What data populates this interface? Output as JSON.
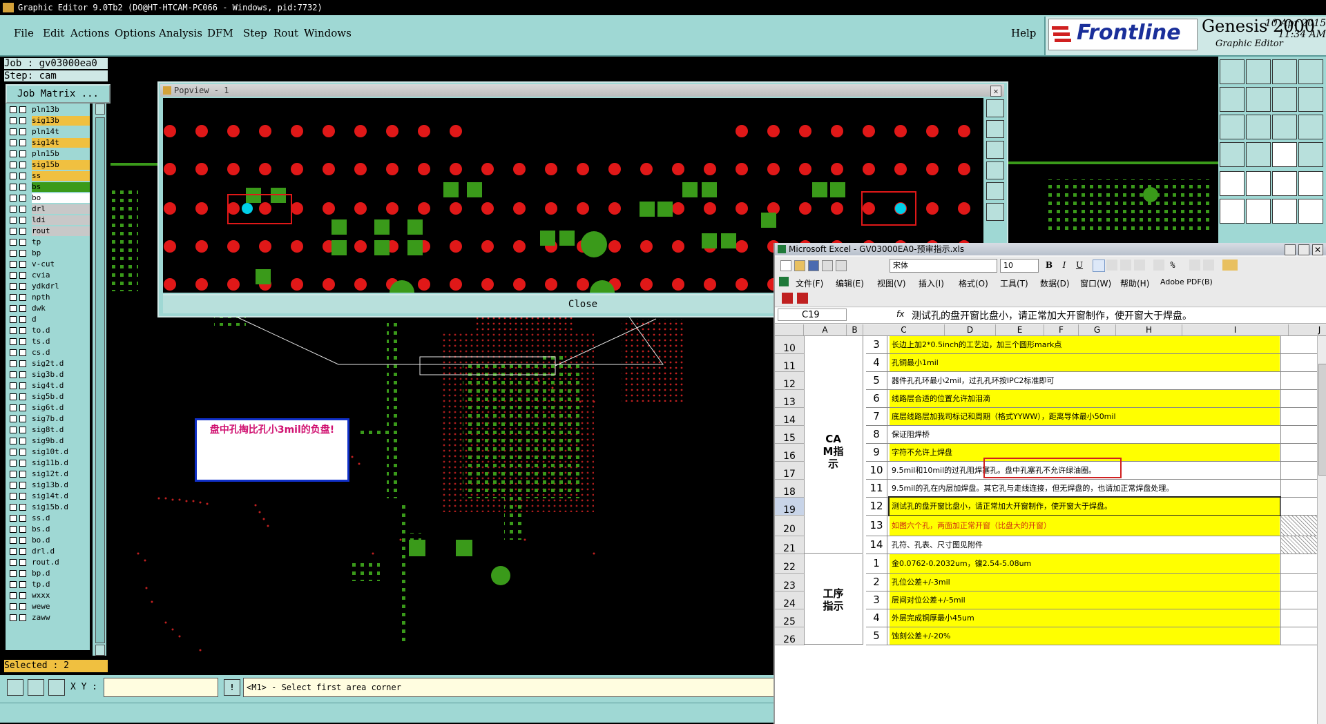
{
  "window": {
    "title": "Graphic Editor 9.0Tb2 (DO@HT-HTCAM-PC066 - Windows, pid:7732)"
  },
  "menu": {
    "items": [
      "File",
      "Edit",
      "Actions",
      "Options",
      "Analysis",
      "DFM",
      "Step",
      "Rout",
      "Windows"
    ],
    "help": "Help"
  },
  "brand": {
    "logo": "Frontline",
    "product": "Genesis 2000",
    "subtitle": "Graphic Editor",
    "date": "10 Apr 2015",
    "time": "11:34 AM"
  },
  "left": {
    "job": "Job : gv03000ea0",
    "step": "Step: cam",
    "job_matrix": "Job Matrix ...",
    "selected": "Selected : 2",
    "layers": [
      {
        "name": "pln13b",
        "color": "#9fd8d4"
      },
      {
        "name": "sig13b",
        "color": "#f0c040"
      },
      {
        "name": "pln14t",
        "color": "#9fd8d4"
      },
      {
        "name": "sig14t",
        "color": "#f0c040"
      },
      {
        "name": "pln15b",
        "color": "#9fd8d4"
      },
      {
        "name": "sig15b",
        "color": "#f0c040"
      },
      {
        "name": "ss",
        "color": "#f0c040"
      },
      {
        "name": "bs",
        "color": "#3a9a1a"
      },
      {
        "name": "bo",
        "color": "#ffffff"
      },
      {
        "name": "drl",
        "color": "#c8c8c8"
      },
      {
        "name": "ldi",
        "color": "#c8c8c8"
      },
      {
        "name": "rout",
        "color": "#c8c8c8"
      },
      {
        "name": "tp",
        "color": "#9fd8d4"
      },
      {
        "name": "bp",
        "color": "#9fd8d4"
      },
      {
        "name": "v-cut",
        "color": "#9fd8d4"
      },
      {
        "name": "cvia",
        "color": "#9fd8d4"
      },
      {
        "name": "ydkdrl",
        "color": "#9fd8d4"
      },
      {
        "name": "npth",
        "color": "#9fd8d4"
      },
      {
        "name": "dwk",
        "color": "#9fd8d4"
      },
      {
        "name": "d",
        "color": "#9fd8d4"
      },
      {
        "name": "to.d",
        "color": "#9fd8d4"
      },
      {
        "name": "ts.d",
        "color": "#9fd8d4"
      },
      {
        "name": "cs.d",
        "color": "#9fd8d4"
      },
      {
        "name": "sig2t.d",
        "color": "#9fd8d4"
      },
      {
        "name": "sig3b.d",
        "color": "#9fd8d4"
      },
      {
        "name": "sig4t.d",
        "color": "#9fd8d4"
      },
      {
        "name": "sig5b.d",
        "color": "#9fd8d4"
      },
      {
        "name": "sig6t.d",
        "color": "#9fd8d4"
      },
      {
        "name": "sig7b.d",
        "color": "#9fd8d4"
      },
      {
        "name": "sig8t.d",
        "color": "#9fd8d4"
      },
      {
        "name": "sig9b.d",
        "color": "#9fd8d4"
      },
      {
        "name": "sig10t.d",
        "color": "#9fd8d4"
      },
      {
        "name": "sig11b.d",
        "color": "#9fd8d4"
      },
      {
        "name": "sig12t.d",
        "color": "#9fd8d4"
      },
      {
        "name": "sig13b.d",
        "color": "#9fd8d4"
      },
      {
        "name": "sig14t.d",
        "color": "#9fd8d4"
      },
      {
        "name": "sig15b.d",
        "color": "#9fd8d4"
      },
      {
        "name": "ss.d",
        "color": "#9fd8d4"
      },
      {
        "name": "bs.d",
        "color": "#9fd8d4"
      },
      {
        "name": "bo.d",
        "color": "#9fd8d4"
      },
      {
        "name": "drl.d",
        "color": "#9fd8d4"
      },
      {
        "name": "rout.d",
        "color": "#9fd8d4"
      },
      {
        "name": "bp.d",
        "color": "#9fd8d4"
      },
      {
        "name": "tp.d",
        "color": "#9fd8d4"
      },
      {
        "name": "wxxx",
        "color": "#9fd8d4"
      },
      {
        "name": "wewe",
        "color": "#9fd8d4"
      },
      {
        "name": "zaww",
        "color": "#9fd8d4"
      }
    ]
  },
  "popview": {
    "title": "Popview - 1",
    "close": "Close"
  },
  "note": {
    "text": "盘中孔掏比孔小3mil的负盘!"
  },
  "bottom": {
    "xy_label": "X Y :",
    "status": "<M1> - Select first area corner"
  },
  "excel": {
    "title": "Microsoft Excel - GV03000EA0-预审指示.xls",
    "font": "宋体",
    "size": "10",
    "menu": [
      "文件(F)",
      "编辑(E)",
      "视图(V)",
      "插入(I)",
      "格式(O)",
      "工具(T)",
      "数据(D)",
      "窗口(W)",
      "帮助(H)",
      "Adobe PDF(B)"
    ],
    "cell_ref": "C19",
    "fx": "fx",
    "formula": "测试孔的盘开窗比盘小，请正常加大开窗制作，使开窗大于焊盘。",
    "columns": [
      "A",
      "B",
      "C",
      "D",
      "E",
      "F",
      "G",
      "H",
      "I",
      "J"
    ],
    "groups": [
      {
        "label": "CAM指示"
      },
      {
        "label": "工序指示"
      }
    ],
    "rows": [
      {
        "row": "10",
        "num": "3",
        "text": "长边上加2*0.5inch的工艺边，加三个圆形mark点",
        "bg": "#ffff00",
        "color": "#000000"
      },
      {
        "row": "11",
        "num": "4",
        "text": "孔铜最小1mil",
        "bg": "#ffff00",
        "color": "#000000"
      },
      {
        "row": "12",
        "num": "5",
        "text": "器件孔孔环最小2mil，过孔孔环按IPC2标准即可",
        "bg": "#ffffff",
        "color": "#000000"
      },
      {
        "row": "13",
        "num": "6",
        "text": "线路层合适的位置允许加泪滴",
        "bg": "#ffff00",
        "color": "#000000"
      },
      {
        "row": "14",
        "num": "7",
        "text": "底层线路层加我司标记和周期（格式YYWW），距离导体最小50mil",
        "bg": "#ffff00",
        "color": "#000000"
      },
      {
        "row": "15",
        "num": "8",
        "text": "保证阻焊桥",
        "bg": "#ffffff",
        "color": "#000000"
      },
      {
        "row": "16",
        "num": "9",
        "text": "字符不允许上焊盘",
        "bg": "#ffff00",
        "color": "#000000"
      },
      {
        "row": "17",
        "num": "10",
        "text": "9.5mil和10mil的过孔阻焊塞孔。盘中孔塞孔不允许绿油圈。",
        "bg": "#ffffff",
        "color": "#000000"
      },
      {
        "row": "18",
        "num": "11",
        "text": "9.5mil的孔在内层加焊盘。其它孔与走线连接，但无焊盘的，也请加正常焊盘处理。",
        "bg": "#ffffff",
        "color": "#000000"
      },
      {
        "row": "19",
        "num": "12",
        "text": "测试孔的盘开窗比盘小，请正常加大开窗制作，使开窗大于焊盘。",
        "bg": "#ffff00",
        "color": "#000000"
      },
      {
        "row": "20",
        "num": "13",
        "text": "如图六个孔，两面加正常开窗（比盘大的开窗）",
        "bg": "#ffff00",
        "color": "#d03010"
      },
      {
        "row": "21",
        "num": "14",
        "text": "孔符、孔表、尺寸图见附件",
        "bg": "#ffffff",
        "color": "#000000"
      },
      {
        "row": "22",
        "num": "1",
        "text": "金0.0762-0.2032um，镍2.54-5.08um",
        "bg": "#ffff00",
        "color": "#000000"
      },
      {
        "row": "23",
        "num": "2",
        "text": "孔位公差+/-3mil",
        "bg": "#ffff00",
        "color": "#000000"
      },
      {
        "row": "24",
        "num": "3",
        "text": "层间对位公差+/-5mil",
        "bg": "#ffff00",
        "color": "#000000"
      },
      {
        "row": "25",
        "num": "4",
        "text": "外层完成铜厚最小45um",
        "bg": "#ffff00",
        "color": "#000000"
      },
      {
        "row": "26",
        "num": "5",
        "text": "蚀刻公差+/-20%",
        "bg": "#ffff00",
        "color": "#000000"
      }
    ]
  }
}
